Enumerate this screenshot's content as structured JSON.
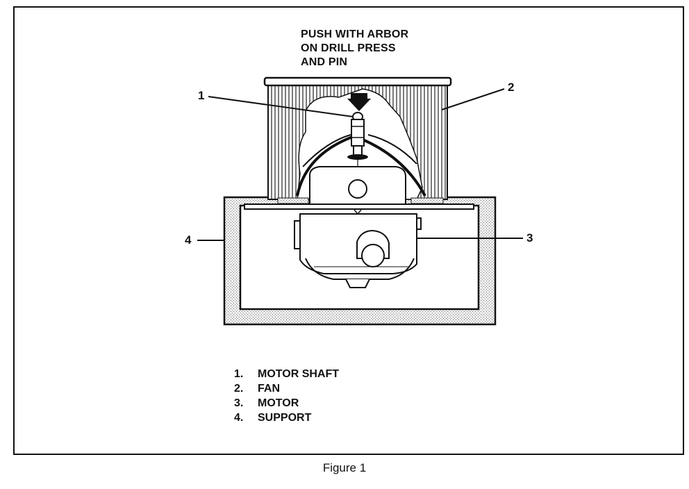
{
  "instruction": [
    "PUSH WITH ARBOR",
    "ON DRILL PRESS",
    "AND PIN"
  ],
  "callouts": {
    "c1": "1",
    "c2": "2",
    "c3": "3",
    "c4": "4"
  },
  "legend": [
    {
      "num": "1.",
      "label": "MOTOR SHAFT"
    },
    {
      "num": "2.",
      "label": "FAN"
    },
    {
      "num": "3.",
      "label": "MOTOR"
    },
    {
      "num": "4.",
      "label": "SUPPORT"
    }
  ],
  "caption": "Figure 1"
}
